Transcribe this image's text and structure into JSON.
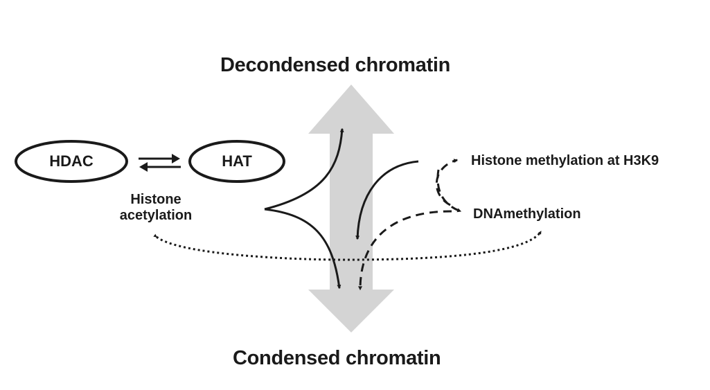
{
  "diagram": {
    "top_title": "Decondensed chromatin",
    "bottom_title": "Condensed chromatin",
    "nodes": {
      "hdac": "HDAC",
      "hat": "HAT"
    },
    "labels": {
      "acetylation_line1": "Histone",
      "acetylation_line2": "acetylation",
      "h3k9_methylation": "Histone methylation at H3K9",
      "dna_methylation": "DNAmethylation"
    },
    "colors": {
      "double_arrow": "#d4d4d4",
      "ink": "#1a1a1a",
      "background": "#ffffff"
    },
    "line_styles": {
      "acetylation_arrows": "solid",
      "h3k9_to_condensed": "solid",
      "h3k9_dna_link": "dashed",
      "dna_to_condensed": "dashed",
      "crosstalk": "dotted"
    }
  }
}
